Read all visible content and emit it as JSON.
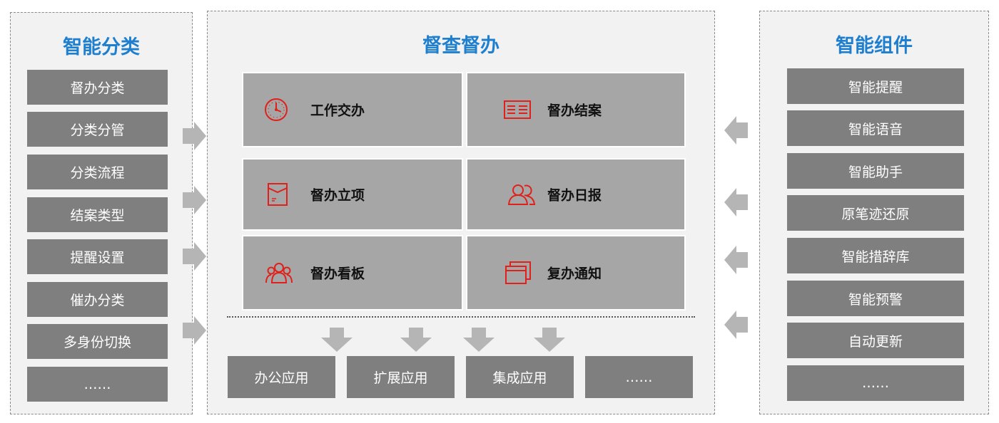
{
  "left_panel": {
    "title": "智能分类",
    "items": [
      "督办分类",
      "分类分管",
      "分类流程",
      "结案类型",
      "提醒设置",
      "催办分类",
      "多身份切换",
      "……"
    ]
  },
  "center_panel": {
    "title": "督查督办",
    "tiles": [
      {
        "label": "工作交办",
        "icon": "clock-icon"
      },
      {
        "label": "督办结案",
        "icon": "document-list-icon"
      },
      {
        "label": "督办立项",
        "icon": "folder-icon"
      },
      {
        "label": "督办日报",
        "icon": "users-icon"
      },
      {
        "label": "督办看板",
        "icon": "group-icon"
      },
      {
        "label": "复办通知",
        "icon": "windows-icon"
      }
    ],
    "apps": [
      "办公应用",
      "扩展应用",
      "集成应用",
      "……"
    ]
  },
  "right_panel": {
    "title": "智能组件",
    "items": [
      "智能提醒",
      "智能语音",
      "智能助手",
      "原笔迹还原",
      "智能措辞库",
      "智能预警",
      "自动更新",
      "……"
    ]
  },
  "colors": {
    "title_blue": "#1f7fcf",
    "item_gray": "#7f7f7f",
    "tile_gray": "#a6a6a6",
    "icon_red": "#e0201b",
    "arrow_gray": "#b5b5b5"
  }
}
